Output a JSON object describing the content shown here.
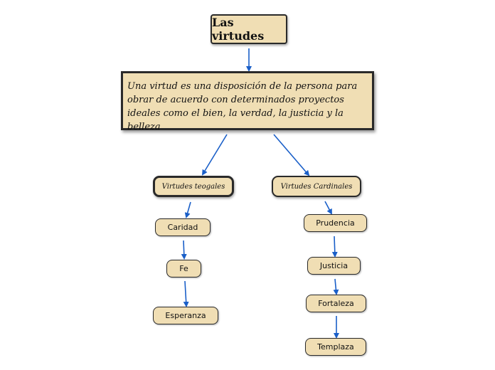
{
  "diagram": {
    "title": "Las virtudes",
    "definition": "Una virtud es una disposición de la persona para obrar de acuerdo con determinados proyectos ideales como el bien, la verdad, la justicia y la belleza",
    "categories": [
      {
        "label": "Virtudes teogales",
        "items": [
          "Caridad",
          "Fe",
          "Esperanza"
        ]
      },
      {
        "label": "Virtudes Cardinales",
        "items": [
          "Prudencia",
          "Justicia",
          "Fortaleza",
          "Templaza"
        ]
      }
    ],
    "colors": {
      "node_fill": "#f0deb4",
      "node_border": "#2a2a2a",
      "arrow": "#1a5fc8"
    }
  }
}
